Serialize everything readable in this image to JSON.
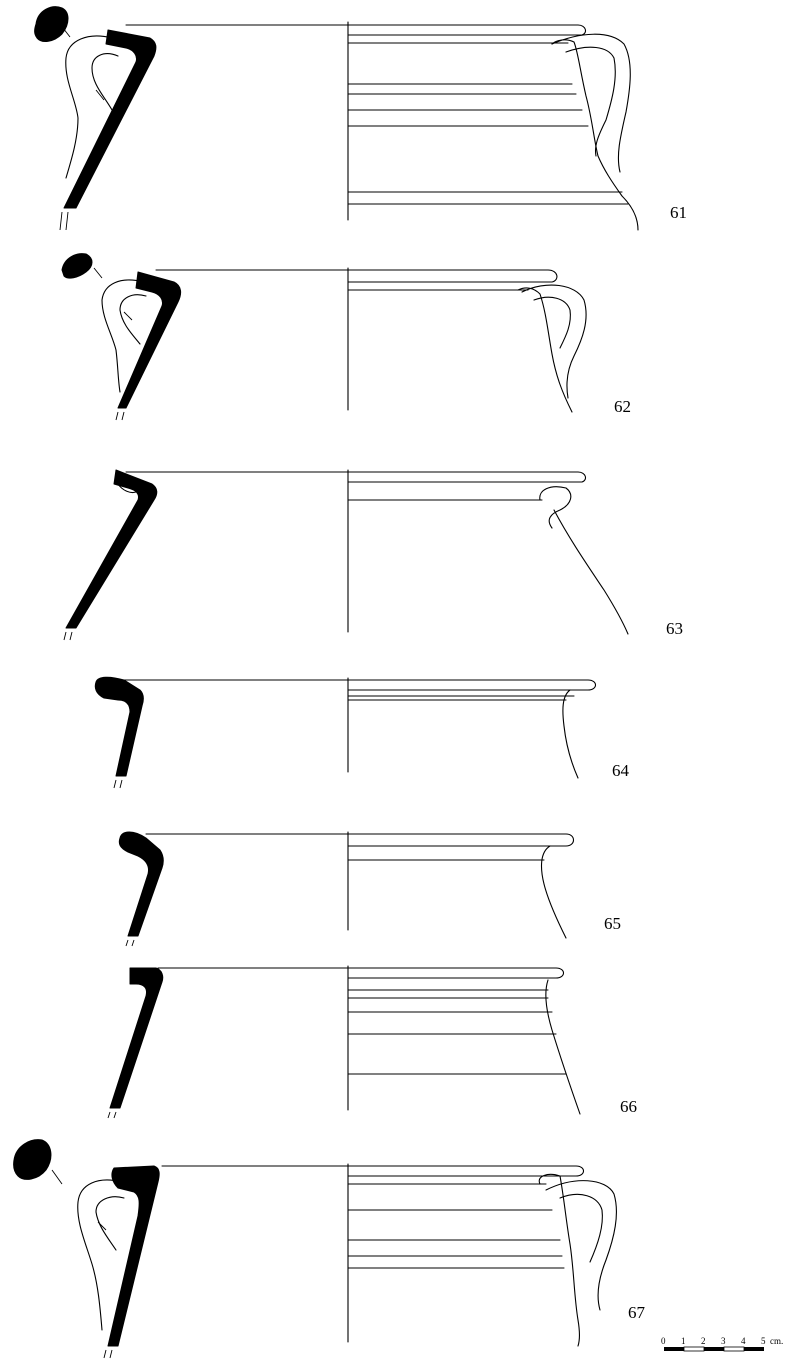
{
  "figures": [
    {
      "number": "61"
    },
    {
      "number": "62"
    },
    {
      "number": "63"
    },
    {
      "number": "64"
    },
    {
      "number": "65"
    },
    {
      "number": "66"
    },
    {
      "number": "67"
    }
  ],
  "scale_bar": {
    "ticks": [
      "0",
      "1",
      "2",
      "3",
      "4",
      "5"
    ],
    "unit": "cm."
  },
  "colors": {
    "ink": "#000000",
    "paper": "#ffffff"
  }
}
